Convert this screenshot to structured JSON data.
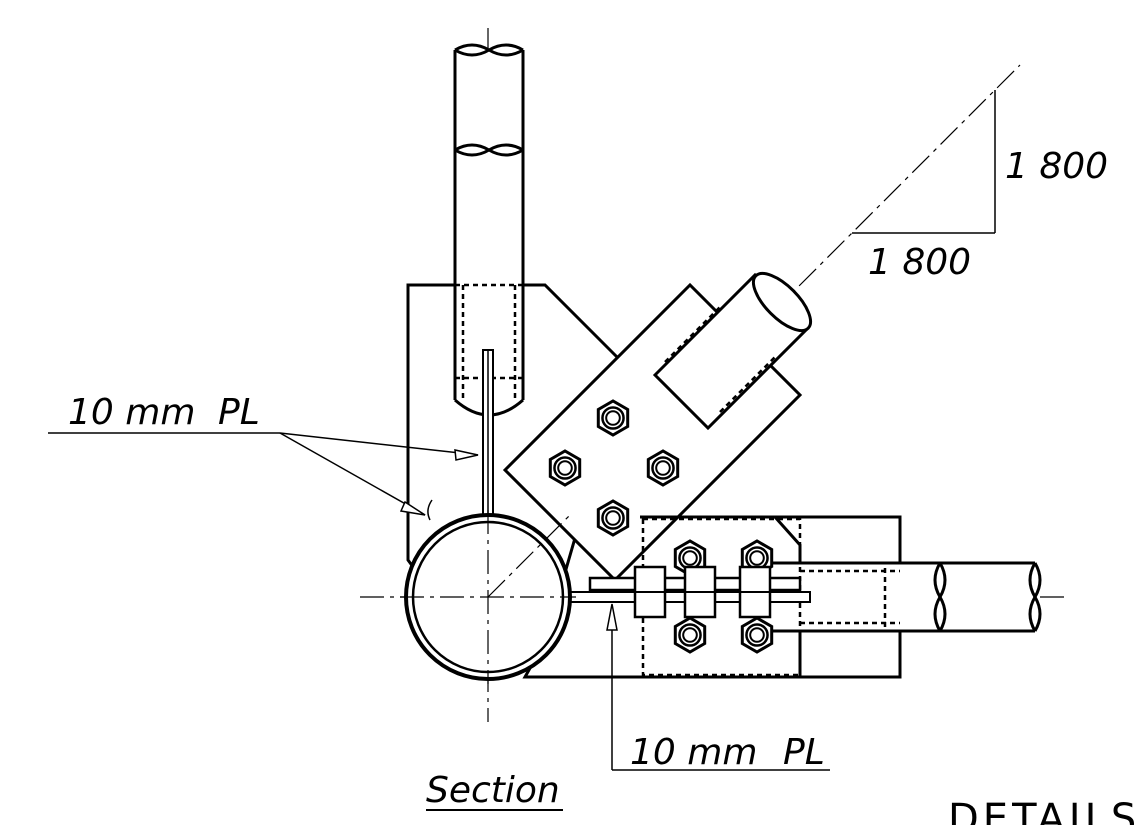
{
  "labels": {
    "plate_left": "10 mm",
    "plate_left_sym": "PL",
    "plate_bottom": "10 mm",
    "plate_bottom_sym": "PL",
    "slope_vertical": "1 800",
    "slope_horizontal": "1 800",
    "section_title": "Section",
    "details_title": "DETAILS"
  }
}
